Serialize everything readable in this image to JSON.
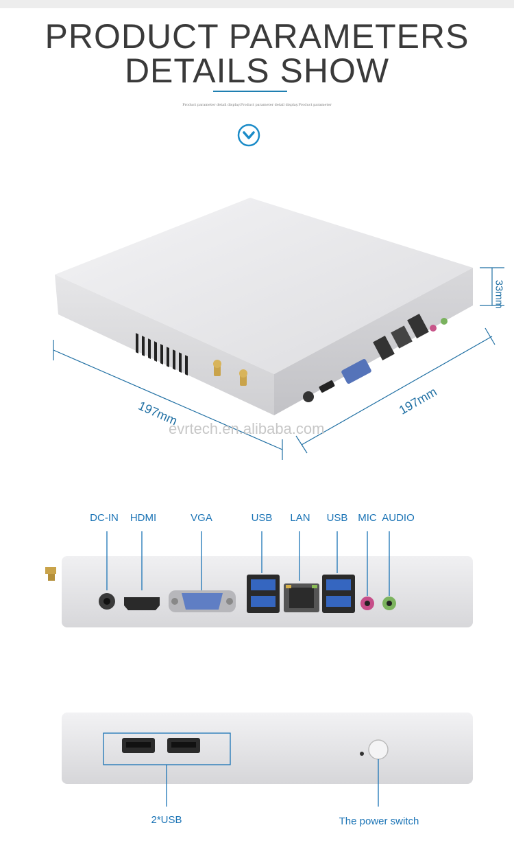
{
  "header": {
    "title_line1": "PRODUCT PARAMETERS",
    "title_line2": "DETAILS SHOW",
    "subtitle": "Product parameter detail display.Product parameter detail display.Product parameter"
  },
  "product_photo": {
    "watermark": "evrtech.en.alibaba.com",
    "dim_length": "197mm",
    "dim_width": "197mm",
    "dim_height": "33mm"
  },
  "back_panel": {
    "labels": [
      "DC-IN",
      "HDMI",
      "VGA",
      "USB",
      "LAN",
      "USB",
      "MIC",
      "AUDIO"
    ]
  },
  "front_panel": {
    "usb_label": "2*USB",
    "power_label": "The power switch"
  },
  "colors": {
    "accent": "#1a73b5",
    "chassis": "#e4e4e6",
    "title": "#3a3a3a"
  }
}
